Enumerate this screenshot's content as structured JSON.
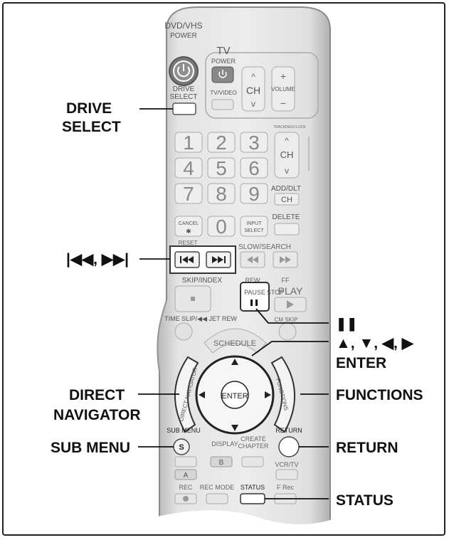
{
  "callouts": {
    "drive_select": [
      "DRIVE",
      "SELECT"
    ],
    "skip": "|◀◀, ▶▶|",
    "pause": "❚❚",
    "arrows": "▲, ▼, ◀, ▶",
    "enter": "ENTER",
    "functions": "FUNCTIONS",
    "direct_navigator": [
      "DIRECT",
      "NAVIGATOR"
    ],
    "sub_menu": "SUB MENU",
    "return": "RETURN",
    "status": "STATUS"
  },
  "remote": {
    "dvd_vhs": "DVD/VHS",
    "power": "POWER",
    "tv": "TV",
    "tv_power": "POWER",
    "drive_select": [
      "DRIVE",
      "SELECT"
    ],
    "tv_video": "TV/VIDEO",
    "ch": "CH",
    "volume": "VOLUME",
    "tracking": "TRACKING/V-LOCK",
    "digits": [
      "1",
      "2",
      "3",
      "4",
      "5",
      "6",
      "7",
      "8",
      "9",
      "0"
    ],
    "add_dlt": "ADD/DLT",
    "cancel": [
      "CANCEL",
      "✱"
    ],
    "input_select": [
      "INPUT",
      "SELECT"
    ],
    "delete": "DELETE",
    "reset": "RESET",
    "slow_search": "SLOW/SEARCH",
    "skip_index": "SKIP/INDEX",
    "rew": "REW",
    "ff": "FF",
    "pause": "PAUSE",
    "stop": "STOP",
    "play": "PLAY",
    "time_slip": "TIME SLIP/◀◀ JET REW",
    "cm_skip": "CM SKIP",
    "schedule": "SCHEDULE",
    "direct_navigator": "DIRECT NAVIGATOR",
    "functions": "FUNCTIONS",
    "enter": "ENTER",
    "sub_menu": "SUB MENU",
    "s_key": "S",
    "return": "RETURN",
    "display": "DISPLAY",
    "create_chapter": [
      "CREATE",
      "CHAPTER"
    ],
    "vcr_tv": "VCR/TV",
    "a_key": "A",
    "b_key": "B",
    "rec": "REC",
    "rec_mode": "REC MODE",
    "status": "STATUS",
    "f_rec": "F Rec"
  }
}
